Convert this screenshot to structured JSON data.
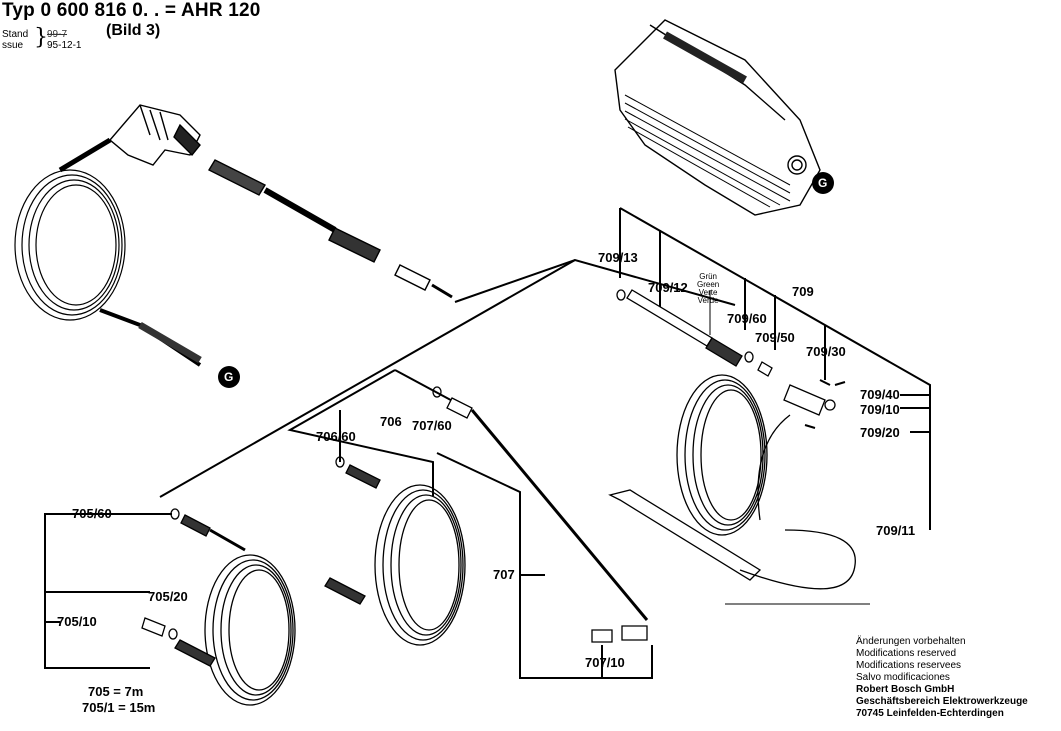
{
  "header": {
    "title": "Typ 0 600 816 0. . = AHR 120",
    "bild": "(Bild 3)",
    "stand_label": "Stand",
    "issue_label": "ssue",
    "stand_old": "99-7",
    "stand_date": "95-12-1"
  },
  "labels": {
    "p705_60": "705/60",
    "p705_20": "705/20",
    "p705_10": "705/10",
    "p705_len": "705 = 7m",
    "p705_1_len": "705/1 = 15m",
    "p706": "706",
    "p706_60": "706/60",
    "p707": "707",
    "p707_60": "707/60",
    "p707_10": "707/10",
    "p709": "709",
    "p709_13": "709/13",
    "p709_12": "709/12",
    "p709_60": "709/60",
    "p709_50": "709/50",
    "p709_30": "709/30",
    "p709_40": "709/40",
    "p709_10": "709/10",
    "p709_20": "709/20",
    "p709_11": "709/11",
    "g": "G"
  },
  "color_note": {
    "de": "Grün",
    "en": "Green",
    "fr": "Verte",
    "es": "Verde"
  },
  "footer": {
    "line1": "Änderungen vorbehalten",
    "line2": "Modifications reserved",
    "line3": "Modifications reservees",
    "line4": "Salvo modificaciones",
    "company": "Robert Bosch GmbH",
    "division": "Geschäftsbereich Elektrowerkzeuge",
    "address": "70745 Leinfelden-Echterdingen"
  }
}
